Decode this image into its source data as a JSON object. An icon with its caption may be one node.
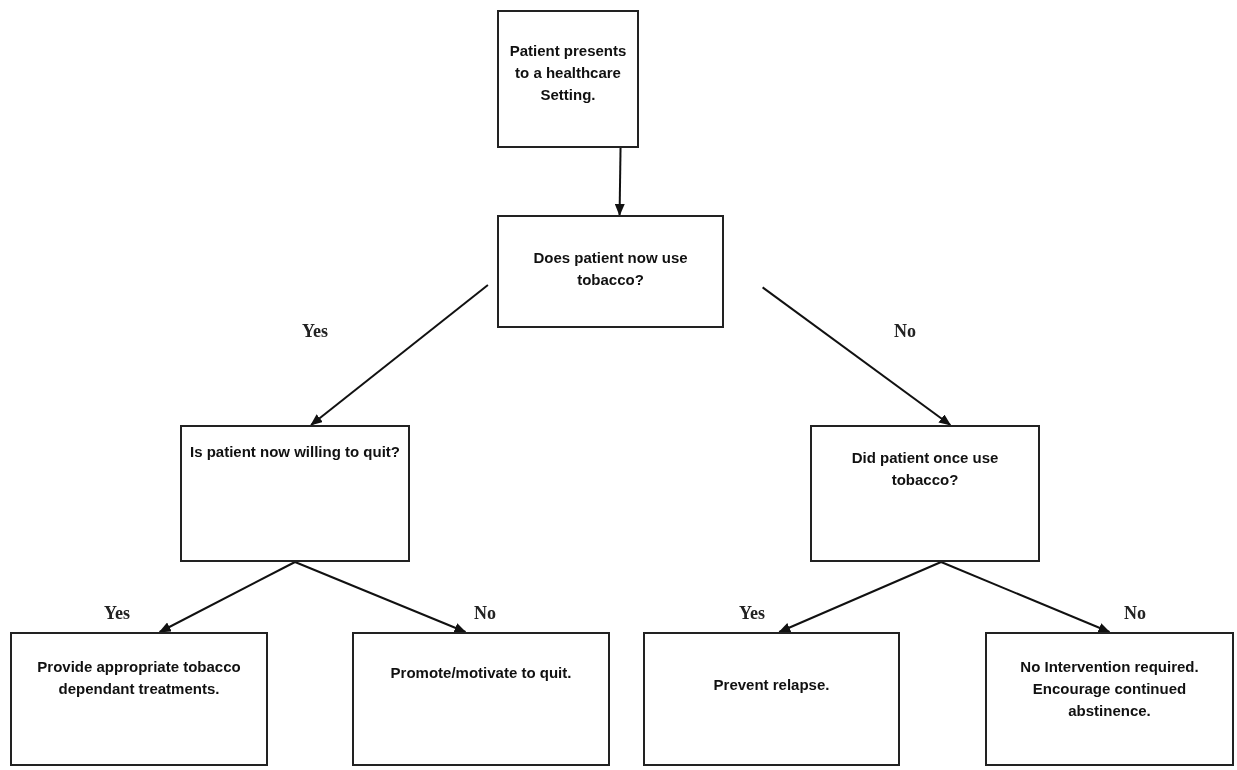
{
  "diagram": {
    "nodes": [
      {
        "text": [
          "Patient presents to a healthcare Setting."
        ]
      },
      {
        "text": [
          "Does patient now use tobacco?"
        ]
      },
      {
        "text": [
          "Is patient now willing to quit?"
        ]
      },
      {
        "text": [
          "Did patient once use tobacco?"
        ]
      },
      {
        "text": [
          "Provide appropriate tobacco dependant treatments."
        ]
      },
      {
        "text": [
          "Promote/motivate to quit."
        ]
      },
      {
        "text": [
          "Prevent relapse."
        ]
      },
      {
        "text": [
          "No Intervention required. Encourage continued abstinence."
        ]
      }
    ],
    "edges": [
      {
        "from": 0,
        "to": 1,
        "arrow": "to"
      },
      {
        "from": 1,
        "to": 2,
        "arrow": "to",
        "label": "Yes"
      },
      {
        "from": 1,
        "to": 3,
        "arrow": "to",
        "label": "No"
      },
      {
        "from": 2,
        "to": 4,
        "arrow": "to",
        "label": "Yes"
      },
      {
        "from": 2,
        "to": 5,
        "arrow": "to",
        "label": "No"
      },
      {
        "from": 3,
        "to": 6,
        "arrow": "to",
        "label": "Yes"
      },
      {
        "from": 3,
        "to": 7,
        "arrow": "to",
        "label": "No"
      }
    ]
  }
}
